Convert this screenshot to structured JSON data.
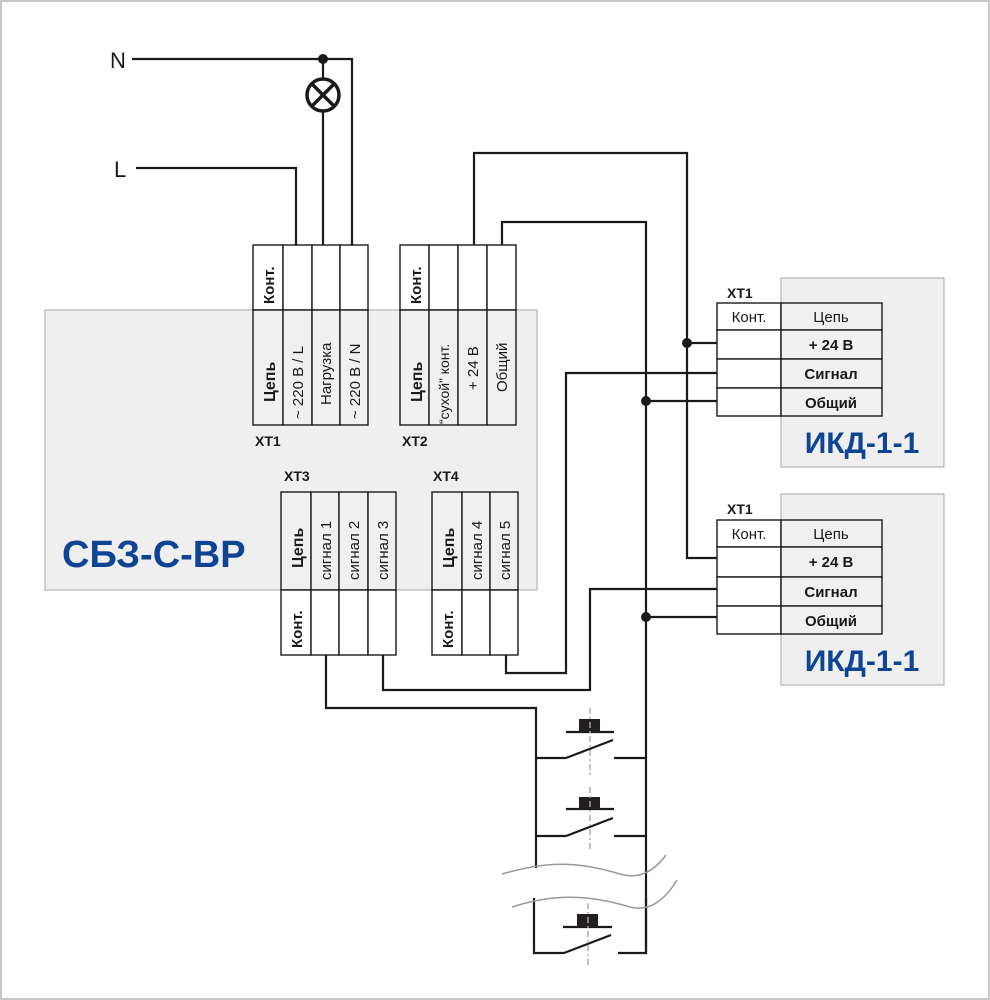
{
  "power": {
    "n_label": "N",
    "l_label": "L",
    "lamp_icon": "lamp-icon"
  },
  "main_device": {
    "name": "СБЗ-С-ВР",
    "color": "#0d4493",
    "xt1": {
      "label": "XT1",
      "kont": "Конт.",
      "tsep": "Цепь",
      "circuits": [
        "~ 220 В / L",
        "Нагрузка",
        "~ 220 В / N"
      ]
    },
    "xt2": {
      "label": "XT2",
      "kont": "Конт.",
      "tsep": "Цепь",
      "circuits": [
        "“сухой” конт.",
        "+ 24 В",
        "Общий"
      ]
    },
    "xt3": {
      "label": "XT3",
      "kont": "Конт.",
      "tsep": "Цепь",
      "circuits": [
        "сигнал 1",
        "сигнал 2",
        "сигнал 3"
      ]
    },
    "xt4": {
      "label": "XT4",
      "kont": "Конт.",
      "tsep": "Цепь",
      "circuits": [
        "сигнал 4",
        "сигнал 5"
      ]
    }
  },
  "sensors": [
    {
      "name": "ИКД-1-1",
      "terminal": "XT1",
      "kont": "Конт.",
      "tsep": "Цепь",
      "circuits": [
        "+ 24 В",
        "Сигнал",
        "Общий"
      ]
    },
    {
      "name": "ИКД-1-1",
      "terminal": "XT1",
      "kont": "Конт.",
      "tsep": "Цепь",
      "circuits": [
        "+ 24 В",
        "Сигнал",
        "Общий"
      ]
    }
  ],
  "buttons": {
    "count_shown": 3,
    "icon": "push-button-icon"
  }
}
